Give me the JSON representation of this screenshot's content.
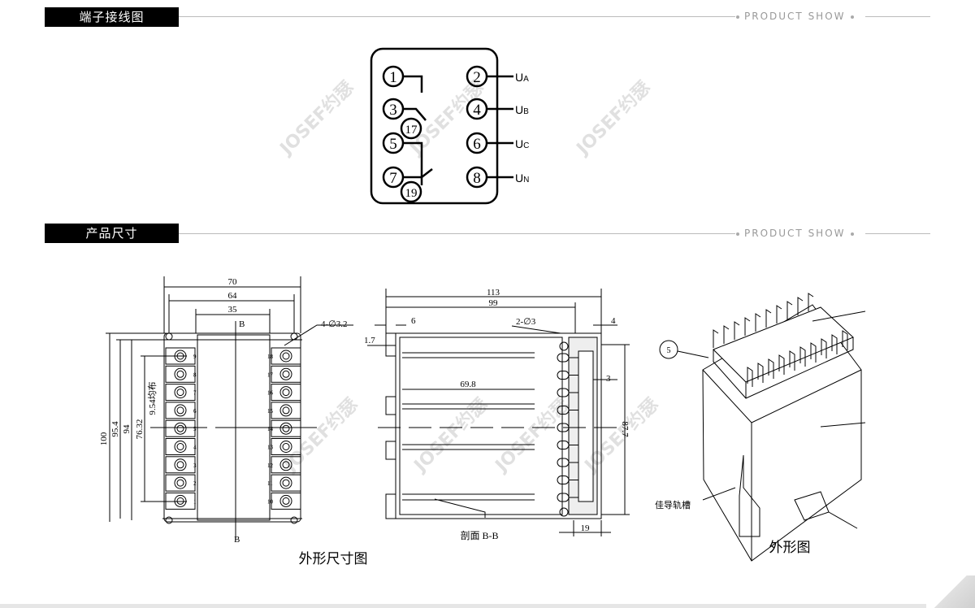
{
  "sections": [
    {
      "title": "端子接线图",
      "tag": "PRODUCT SHOW"
    },
    {
      "title": "产品尺寸",
      "tag": "PRODUCT SHOW"
    }
  ],
  "wiring": {
    "left_terminals": [
      "1",
      "3",
      "5",
      "7"
    ],
    "right_terminals": [
      "2",
      "4",
      "6",
      "8"
    ],
    "aux_terminals": [
      "17",
      "19"
    ],
    "phase_labels": [
      {
        "main": "U",
        "sub": "A"
      },
      {
        "main": "U",
        "sub": "B"
      },
      {
        "main": "U",
        "sub": "C"
      },
      {
        "main": "U",
        "sub": "N"
      }
    ]
  },
  "front_view": {
    "dims": {
      "w70": "70",
      "w64": "64",
      "w35": "35",
      "h100": "100",
      "h95": "95.4",
      "h94": "94",
      "h76": "76.32",
      "pitch": "9.54均布",
      "holes": "4-∅3.2",
      "section": "B"
    },
    "left_numbers": [
      "9",
      "8",
      "7",
      "6",
      "5",
      "4",
      "3",
      "2",
      "1"
    ],
    "right_numbers": [
      "18",
      "17",
      "16",
      "15",
      "14",
      "13",
      "12",
      "11",
      "10"
    ],
    "caption": "外形尺寸图"
  },
  "section_view": {
    "dims": {
      "d113": "113",
      "d99": "99",
      "d6": "6",
      "d17": "1.7",
      "holes": "2-∅3",
      "d4": "4",
      "d698": "69.8",
      "d3": "3",
      "d877": "87.7",
      "d19": "19"
    },
    "caption": "剖面 B-B"
  },
  "iso_view": {
    "callout": "5",
    "rail_label": "佳导轨槽",
    "caption": "外形图"
  },
  "watermark": "JOSEF约瑟"
}
